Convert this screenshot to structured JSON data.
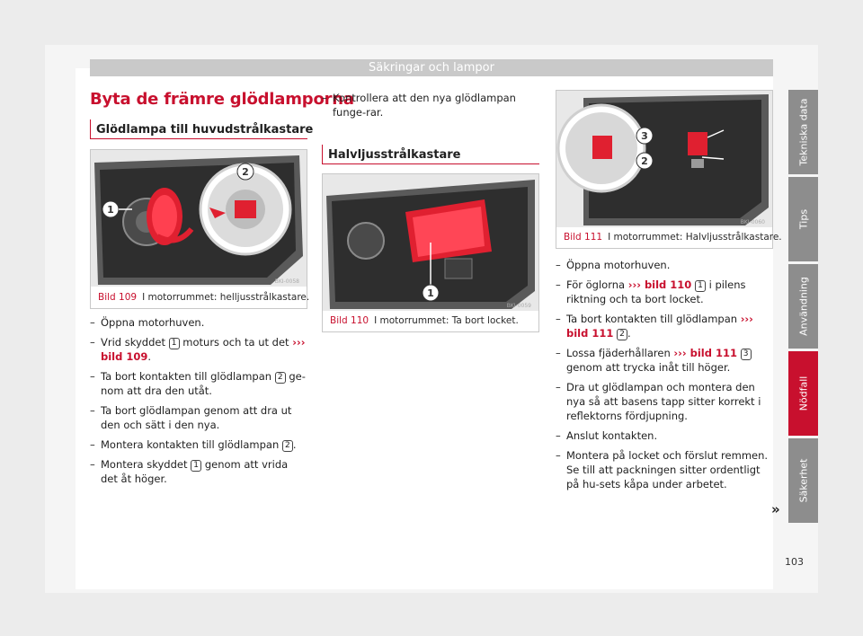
{
  "header": {
    "title": "Säkringar och lampor"
  },
  "section": {
    "title": "Byta de främre glödlamporna",
    "subheading_full": "Glödlampa till huvudstrålkastare",
    "subheading_half": "Halvljusstrålkastare"
  },
  "figures": {
    "fig109": {
      "label": "Bild 109",
      "text": "I motorrummet: helljusstrålkastare.",
      "code": "BKI-0058",
      "callout1": "1",
      "callout2": "2"
    },
    "fig110": {
      "label": "Bild 110",
      "text": "I motorrummet: Ta bort locket.",
      "code": "BKI-0059",
      "callout1": "1"
    },
    "fig111": {
      "label": "Bild 111",
      "text": "I motorrummet: Halvljusstrålkastare.",
      "code": "BKI-0060",
      "callout2": "2",
      "callout3": "3"
    }
  },
  "col1": {
    "s1": "Öppna motorhuven.",
    "s2a": "Vrid skyddet",
    "s2n": "1",
    "s2b": "moturs och ta ut det",
    "s2ref": "››› bild 109",
    "s2c": ".",
    "s3a": "Ta bort kontakten till glödlampan",
    "s3n": "2",
    "s3b": "ge-nom att dra den utåt.",
    "s4": "Ta bort glödlampan genom att dra ut den och sätt i den nya.",
    "s5a": "Montera kontakten till glödlampan",
    "s5n": "2",
    "s5b": ".",
    "s6a": "Montera skyddet",
    "s6n": "1",
    "s6b": "genom att vrida det åt höger."
  },
  "col2": {
    "s1": "Kontrollera att den nya glödlampan funge-rar."
  },
  "col3": {
    "s1": "Öppna motorhuven.",
    "s2a": "För öglorna",
    "s2ref": "››› bild 110",
    "s2n": "1",
    "s2b": "i pilens riktning och ta bort locket.",
    "s3a": "Ta bort kontakten till glödlampan",
    "s3ref": "››› bild 111",
    "s3n": "2",
    "s3b": ".",
    "s4a": "Lossa fjäderhållaren",
    "s4ref": "››› bild 111",
    "s4n": "3",
    "s4b": "genom att trycka inåt till höger.",
    "s5": "Dra ut glödlampan och montera den nya så att basens tapp sitter korrekt i reflektorns fördjupning.",
    "s6": "Anslut kontakten.",
    "s7": "Montera på locket och förslut remmen. Se till att packningen sitter ordentligt på hu-sets kåpa under arbetet."
  },
  "continue_mark": "»",
  "tabs": [
    "Tekniska data",
    "Tips",
    "Användning",
    "Nödfall",
    "Säkerhet"
  ],
  "active_tab": "Nödfall",
  "page_number": "103",
  "colors": {
    "accent": "#c8102e",
    "tab": "#8d8d8d",
    "header": "#c9c9c9"
  }
}
